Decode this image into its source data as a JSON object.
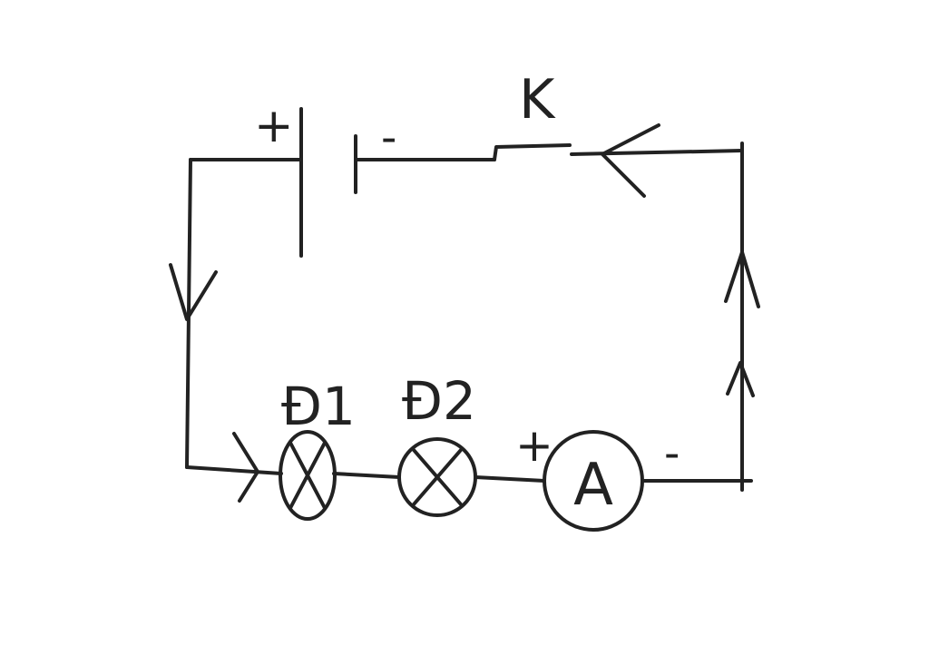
{
  "diagram": {
    "title": "",
    "colors": {
      "ink": "#222222",
      "background": "#ffffff"
    },
    "battery": {
      "plus_label": "+",
      "minus_label": "-"
    },
    "switch": {
      "label": "K"
    },
    "lamps": [
      {
        "label": "Đ1",
        "symbol": "lamp-cross"
      },
      {
        "label": "Đ2",
        "symbol": "lamp-cross"
      }
    ],
    "ammeter": {
      "label": "A",
      "plus_label": "+",
      "minus_label": "-"
    }
  }
}
